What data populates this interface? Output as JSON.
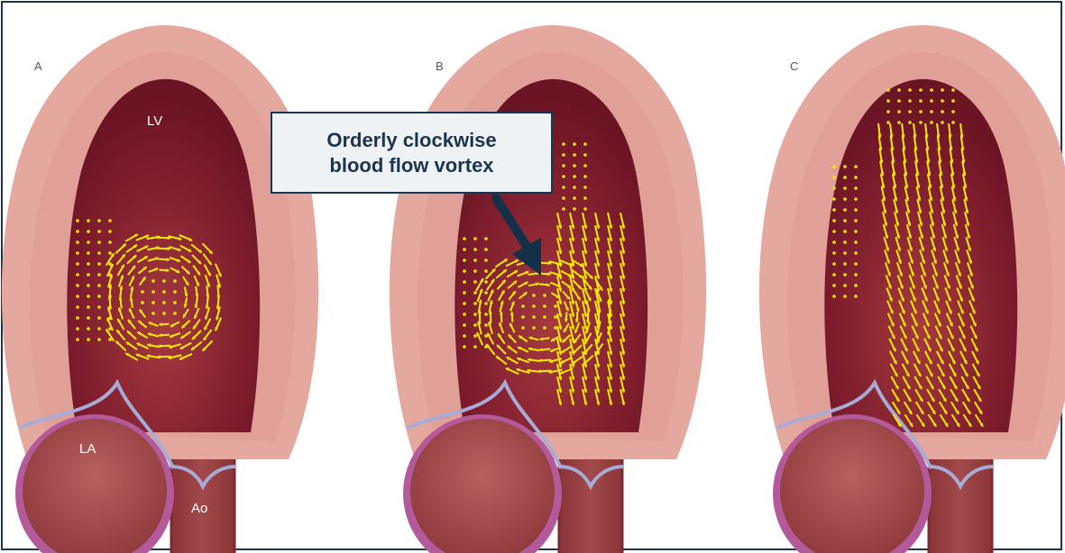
{
  "panels": [
    {
      "letter": "A"
    },
    {
      "letter": "B"
    },
    {
      "letter": "C"
    }
  ],
  "labels": {
    "lv": "LV",
    "la": "LA",
    "ao": "Ao"
  },
  "callout": {
    "line1": "Orderly clockwise",
    "line2": "blood flow vortex"
  },
  "colors": {
    "myocardium_outer": "#e5a89f",
    "myocardium_bumps": "#dd988f",
    "cavity": "#7a1a2a",
    "cavity_light": "#a13a3e",
    "valve": "#a7abd6",
    "atrium": "#a55252",
    "atrium_rim": "#b45a9a",
    "aorta": "#9b4545",
    "flow_arrows": "#ffea00",
    "callout_border": "#1b3550",
    "callout_fill": "#eef2f5",
    "pointer_arrow": "#123148"
  },
  "icons": [
    "heart-panel",
    "flow-arrow",
    "pointer-arrow"
  ]
}
